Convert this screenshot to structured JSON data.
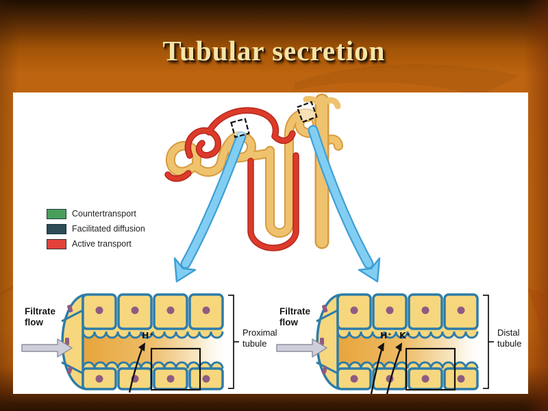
{
  "slide": {
    "title": "Tubular secretion"
  },
  "legend": {
    "items": [
      {
        "label": "Countertransport",
        "color": "#4a9e5c"
      },
      {
        "label": "Facilitated diffusion",
        "color": "#2c4a57"
      },
      {
        "label": "Active transport",
        "color": "#e2423a"
      }
    ]
  },
  "diagrams": {
    "left": {
      "flow_line1": "Filtrate",
      "flow_line2": "flow",
      "ions": {
        "h": "H⁺"
      },
      "bracket_label": "Proximal tubule"
    },
    "right": {
      "flow_line1": "Filtrate",
      "flow_line2": "flow",
      "ions": {
        "h": "H⁺",
        "k": "K⁺"
      },
      "bracket_label": "Distal tubule"
    }
  },
  "palette": {
    "slide_orange": "#c0660f",
    "title_text": "#f4e4a6",
    "panel_white": "#ffffff",
    "nephron_red": "#dc3a2b",
    "nephron_tan": "#efc26e",
    "arrow_blue": "#82cef3",
    "cell_fill": "#f6d77d",
    "cell_border": "#2e7ca8",
    "nucleus_purple": "#8e5c82",
    "lumen_orange": "#e8a53c"
  }
}
